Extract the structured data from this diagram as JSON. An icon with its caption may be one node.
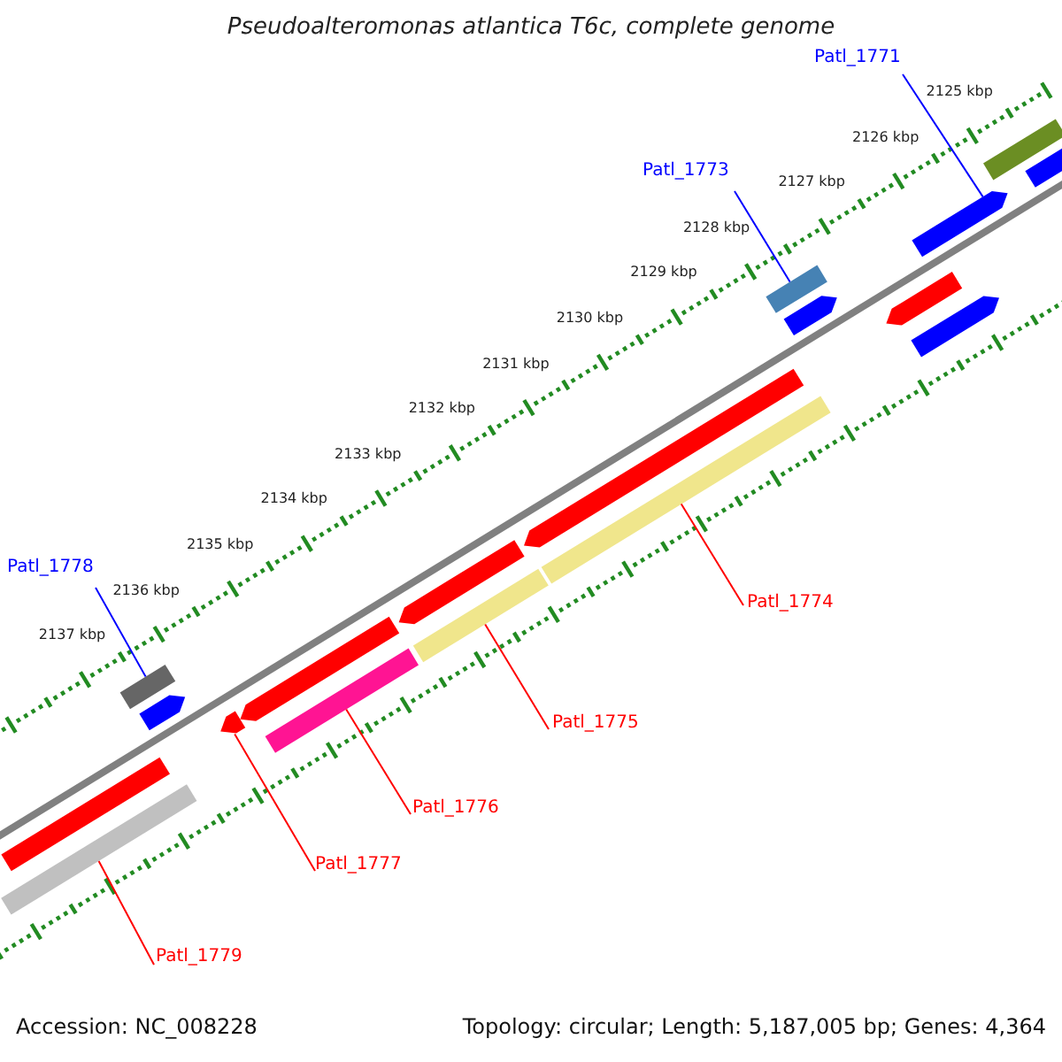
{
  "diagram": {
    "title": "Pseudoalteromonas atlantica T6c, complete genome",
    "nodes": [
      {
        "text": [
          "Patl_1771"
        ]
      },
      {
        "text": [
          "Patl_1773"
        ]
      },
      {
        "text": [
          "Patl_1778"
        ]
      },
      {
        "text": [
          "Patl_1774"
        ]
      },
      {
        "text": [
          "Patl_1775"
        ]
      },
      {
        "text": [
          "Patl_1776"
        ]
      },
      {
        "text": [
          "Patl_1777"
        ]
      },
      {
        "text": [
          "Patl_1779"
        ]
      },
      {
        "text": [],
        "shape": "bar"
      },
      {
        "text": [],
        "shape": "bar"
      },
      {
        "text": [],
        "shape": "bar"
      },
      {
        "text": [],
        "shape": "bar"
      },
      {
        "text": [],
        "shape": "bar"
      },
      {
        "text": [],
        "shape": "bar"
      },
      {
        "text": [],
        "shape": "bar"
      },
      {
        "text": [],
        "shape": "bar"
      },
      {
        "text": [],
        "shape": "bar"
      },
      {
        "text": [],
        "shape": "bar"
      },
      {
        "text": [],
        "shape": "bar"
      },
      {
        "text": [],
        "shape": "bar"
      },
      {
        "text": [],
        "shape": "bar"
      },
      {
        "text": [],
        "shape": "bar"
      },
      {
        "text": [],
        "shape": "bar"
      },
      {
        "text": [],
        "shape": "bar"
      },
      {
        "text": [],
        "shape": "bar"
      },
      {
        "text": [],
        "shape": "bar"
      }
    ],
    "edges": [
      {
        "from": 0,
        "to": 23,
        "arrow": "none",
        "color": "#0000ff"
      },
      {
        "from": 1,
        "to": 19,
        "arrow": "none",
        "color": "#0000ff"
      },
      {
        "from": 2,
        "to": 10,
        "arrow": "none",
        "color": "#0000ff"
      },
      {
        "from": 3,
        "to": 18,
        "arrow": "none"
      },
      {
        "from": 4,
        "to": 16,
        "arrow": "none"
      },
      {
        "from": 5,
        "to": 14,
        "arrow": "none"
      },
      {
        "from": 6,
        "to": 12,
        "arrow": "none"
      },
      {
        "from": 7,
        "to": 9,
        "arrow": "none"
      }
    ],
    "labels": [
      "2125 kbp",
      "2126 kbp",
      "2127 kbp",
      "2128 kbp",
      "2129 kbp",
      "2130 kbp",
      "2131 kbp",
      "2132 kbp",
      "2133 kbp",
      "2134 kbp",
      "2135 kbp",
      "2136 kbp",
      "2137 kbp",
      "Accession: NC_008228",
      "Topology: circular; Length: 5,187,005 bp; Genes: 4,364"
    ]
  }
}
